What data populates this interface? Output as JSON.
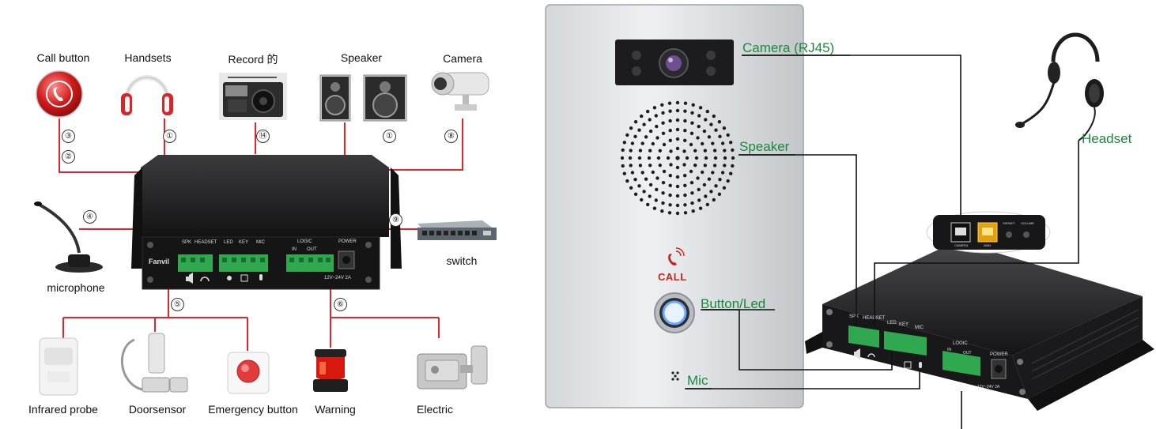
{
  "left_diagram": {
    "labels": {
      "call_button": "Call button",
      "handsets": "Handsets",
      "record": "Record 的",
      "speaker": "Speaker",
      "camera": "Camera",
      "microphone": "microphone",
      "switch": "switch",
      "infrared_probe": "Infrared probe",
      "doorsensor": "Doorsensor",
      "emergency_button": "Emergency button",
      "warning": "Warning",
      "electric": "Electric"
    },
    "port_numbers": {
      "call_button_a": "③",
      "call_button_b": "②",
      "handsets": "①",
      "record": "⑭",
      "speaker": "①",
      "camera": "⑧",
      "microphone": "④",
      "switch": "⑨",
      "sensors": "⑤",
      "alarms": "⑥"
    },
    "device_panel": {
      "brand": "Fanvil",
      "spk": "SPK",
      "headset": "HEADSET",
      "led": "LED",
      "key": "KEY",
      "mic": "MIC",
      "logic": "LOGIC",
      "in": "IN",
      "out": "OUT",
      "power": "POWER",
      "power_rating": "12V~24V 2A"
    }
  },
  "right_diagram": {
    "labels": {
      "camera": "Camera (RJ45)",
      "speaker": "Speaker",
      "button_led": "Button/Led",
      "mic": "Mic",
      "headset": "Headset"
    },
    "panel": {
      "call_text": "CALL"
    },
    "device_panel": {
      "spk": "SPK",
      "headset": "HEADSET",
      "led": "LED",
      "key": "KEY",
      "mic": "MIC",
      "logic": "LOGIC",
      "in": "IN",
      "out": "OUT",
      "power": "POWER",
      "power_rating": "12V~24V 2A",
      "camera_port": "CAMERA",
      "wan_port": "WAN",
      "sip_net": "SIP/NET",
      "volume": "VOLUME"
    }
  },
  "colors": {
    "red_line": "#e0262c",
    "green_text": "#1a8a3a",
    "device_body": "#1d1d1f",
    "terminal_green": "#2fa84f"
  }
}
